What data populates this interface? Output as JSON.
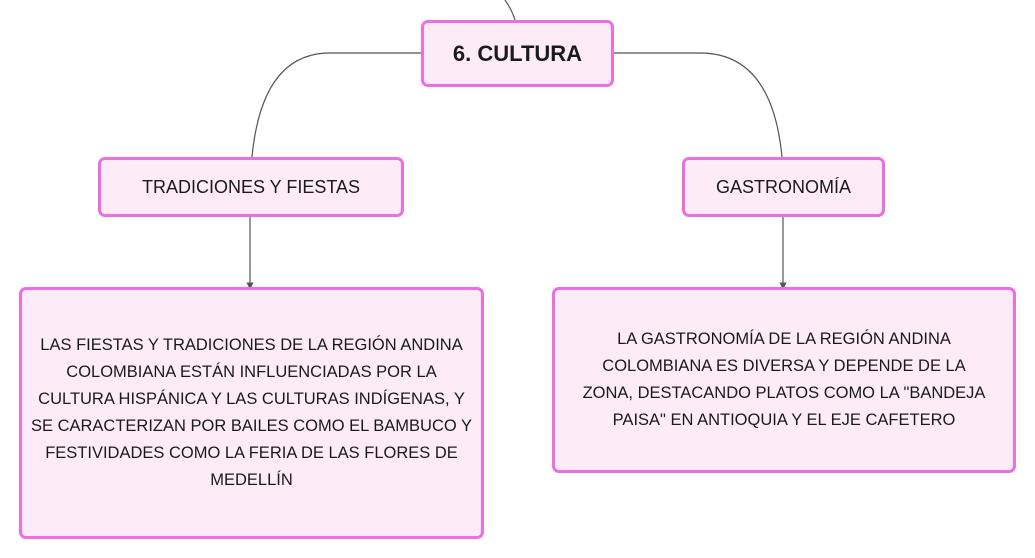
{
  "root": {
    "label": "6. CULTURA"
  },
  "branches": [
    {
      "title": "TRADICIONES Y FIESTAS",
      "description": "LAS FIESTAS Y TRADICIONES DE LA REGIÓN ANDINA COLOMBIANA ESTÁN INFLUENCIADAS POR LA CULTURA HISPÁNICA Y LAS CULTURAS INDÍGENAS, Y SE CARACTERIZAN POR BAILES COMO EL BAMBUCO Y FESTIVIDADES COMO LA FERIA DE LAS FLORES DE MEDELLÍN"
    },
    {
      "title": "GASTRONOMÍA",
      "description": "LA GASTRONOMÍA DE LA REGIÓN ANDINA COLOMBIANA ES DIVERSA Y DEPENDE DE LA ZONA, DESTACANDO PLATOS COMO LA \"BANDEJA PAISA\" EN ANTIOQUIA Y EL EJE CAFETERO"
    }
  ],
  "colors": {
    "node_fill": "#fdecf8",
    "node_border": "#ec6ee0",
    "connector": "#555555"
  }
}
